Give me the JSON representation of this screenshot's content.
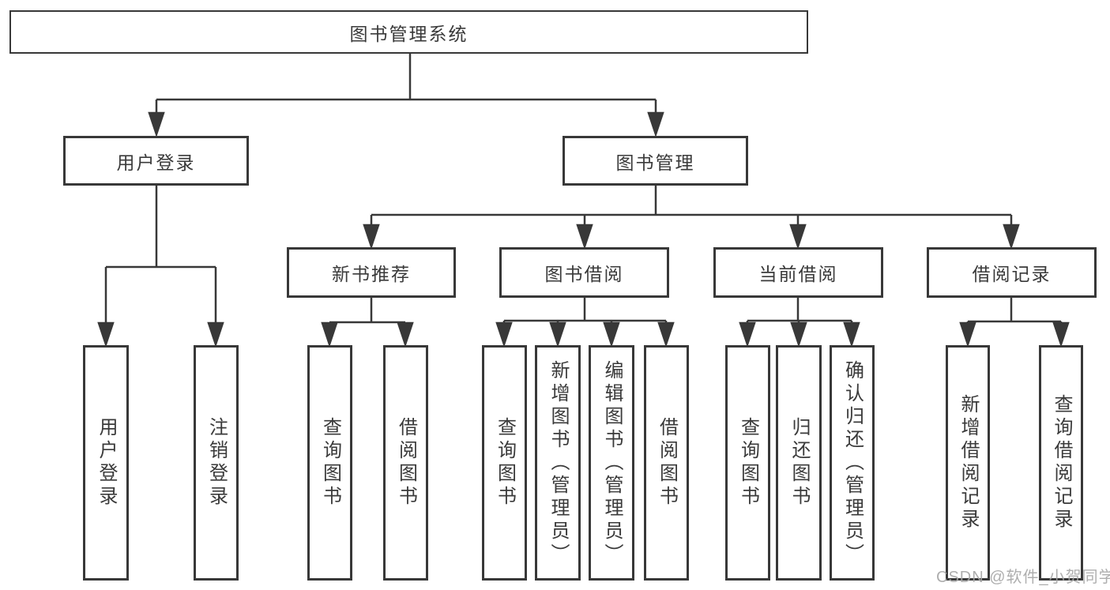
{
  "diagram": {
    "title": "图书管理系统",
    "branches": [
      {
        "label": "用户登录",
        "children": [
          {
            "label": "用户登录"
          },
          {
            "label": "注销登录"
          }
        ]
      },
      {
        "label": "图书管理",
        "children": [
          {
            "label": "新书推荐",
            "children": [
              {
                "label": "查询图书"
              },
              {
                "label": "借阅图书"
              }
            ]
          },
          {
            "label": "图书借阅",
            "children": [
              {
                "label": "查询图书"
              },
              {
                "label": "新增图书（管理员）"
              },
              {
                "label": "编辑图书（管理员）"
              },
              {
                "label": "借阅图书"
              }
            ]
          },
          {
            "label": "当前借阅",
            "children": [
              {
                "label": "查询图书"
              },
              {
                "label": "归还图书"
              },
              {
                "label": "确认归还（管理员）"
              }
            ]
          },
          {
            "label": "借阅记录",
            "children": [
              {
                "label": "新增借阅记录"
              },
              {
                "label": "查询借阅记录"
              }
            ]
          }
        ]
      }
    ]
  },
  "watermark": {
    "text": "CSDN @软件_小贺同学"
  },
  "colors": {
    "line": "#383838",
    "box_border": "#383838",
    "text": "#3a3a3a",
    "watermark": "#a6a6a6",
    "background": "#ffffff"
  }
}
